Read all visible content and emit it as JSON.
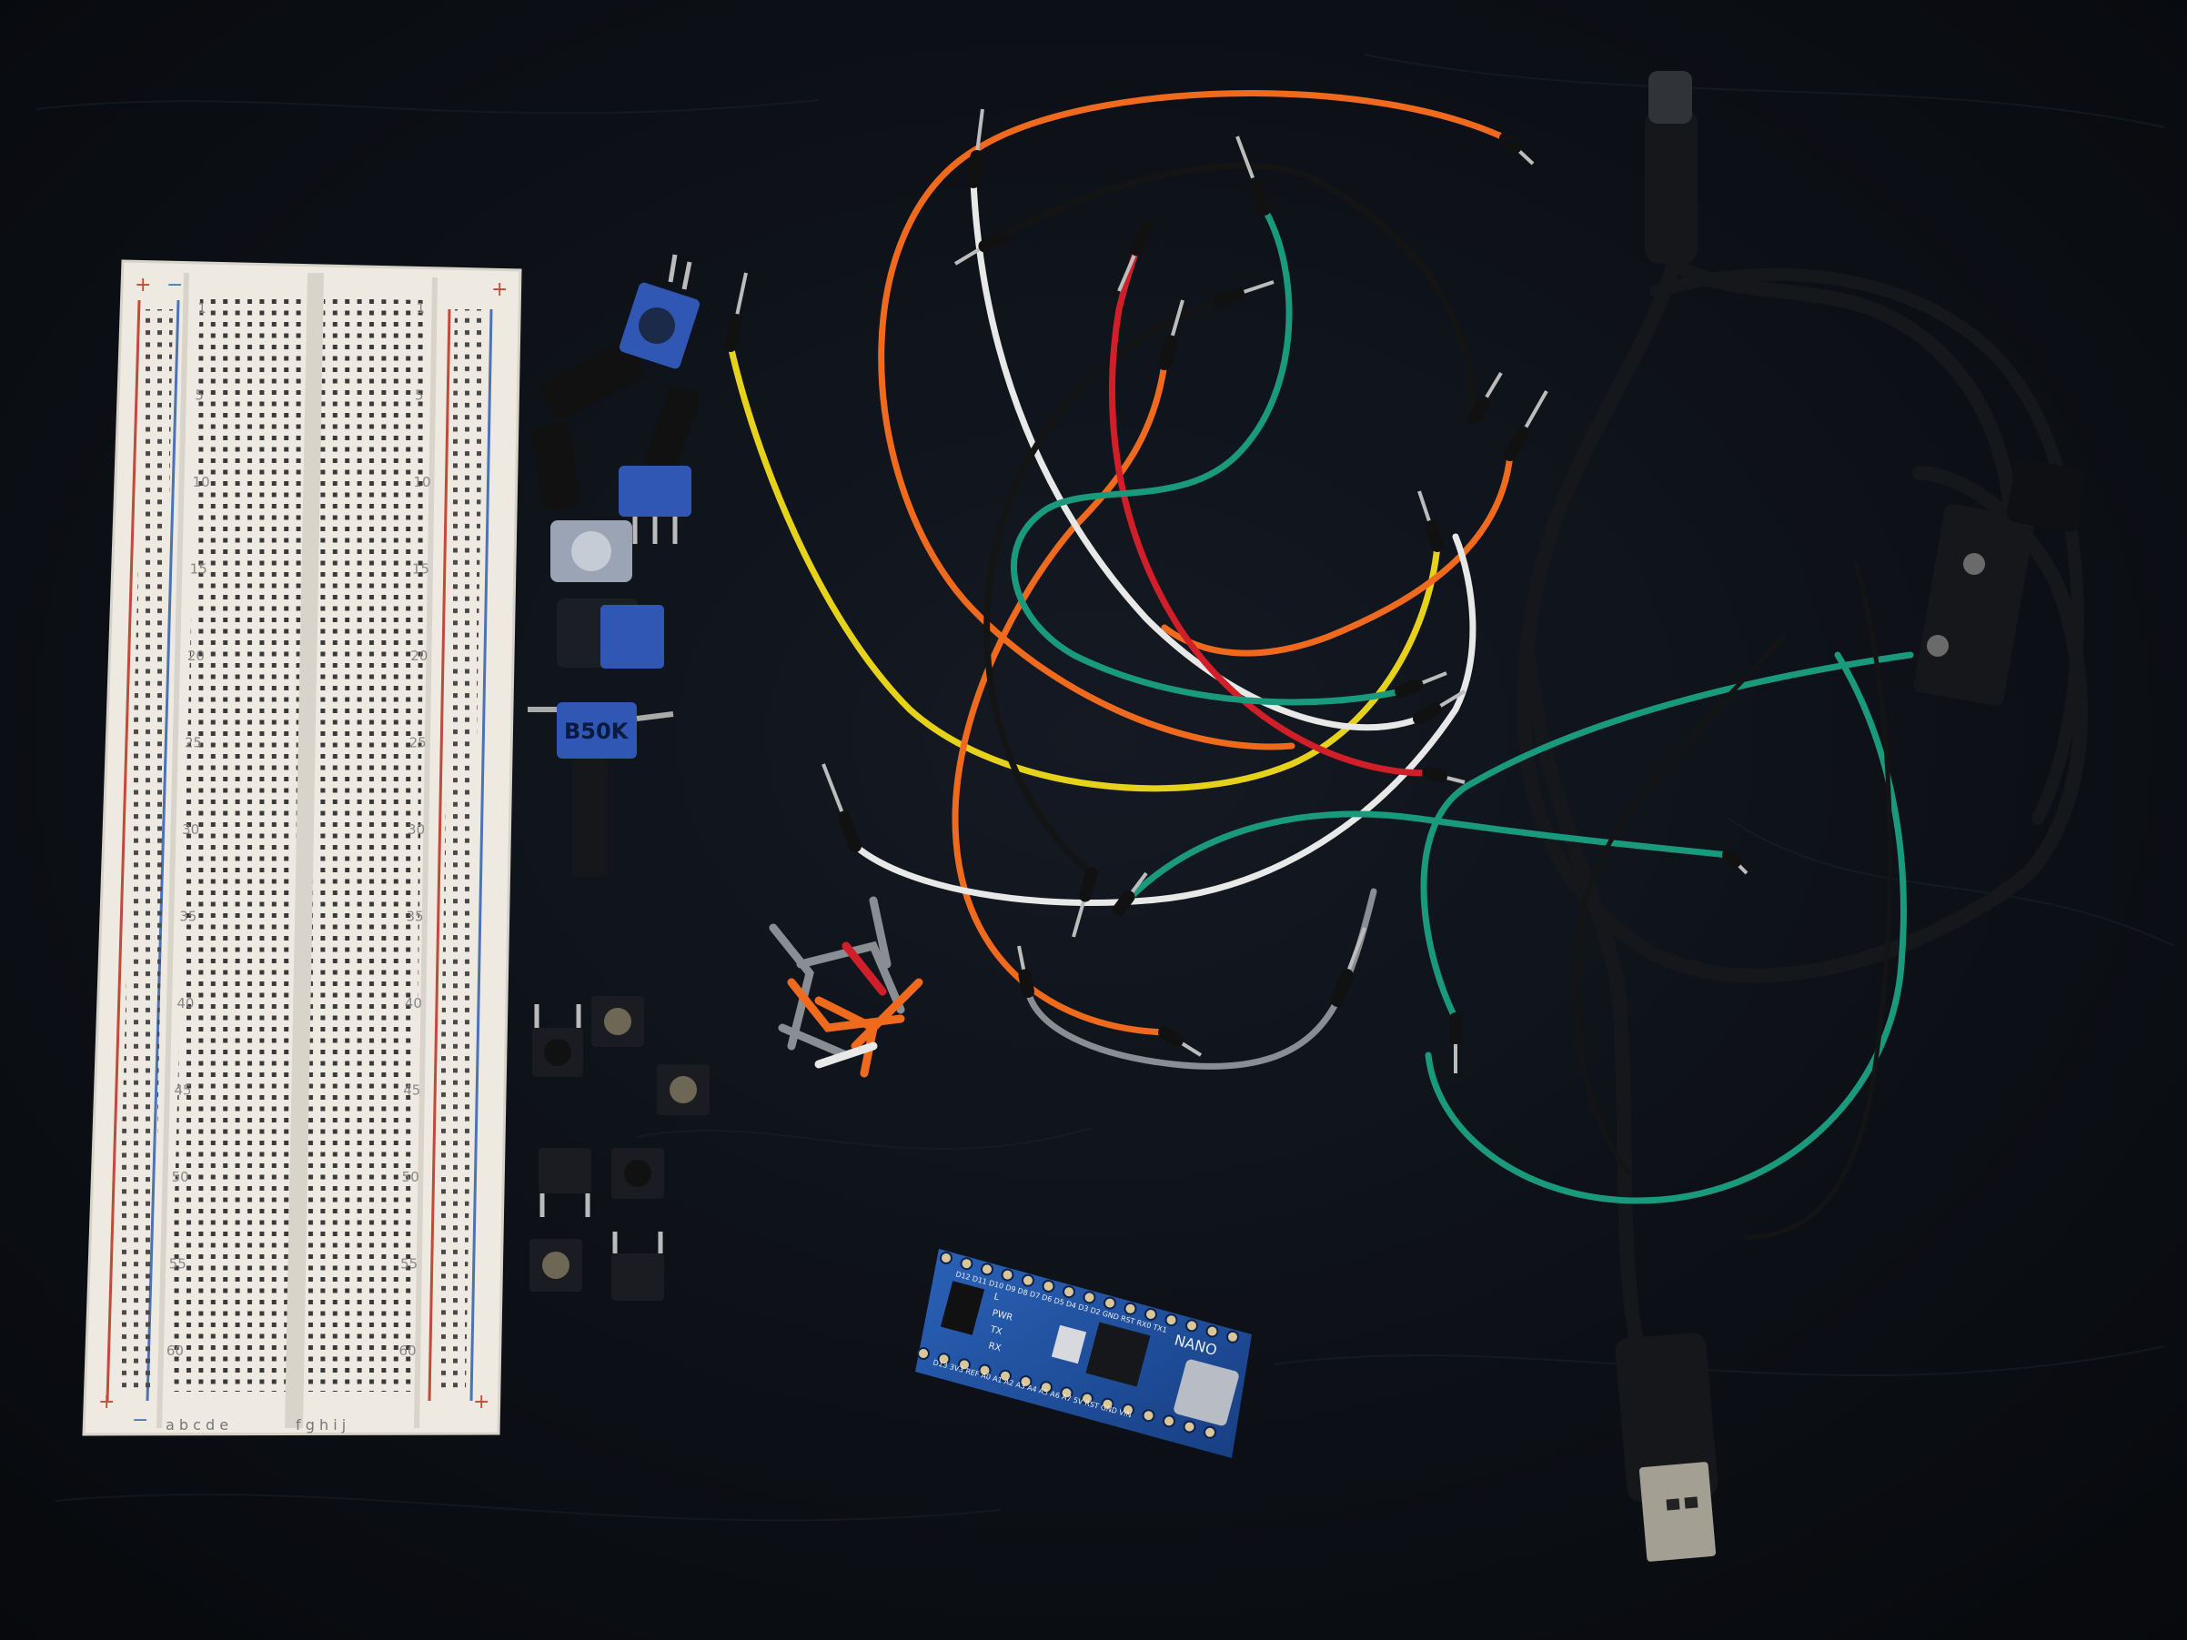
{
  "scene": {
    "background_color": "#0b0e13",
    "breadboard": {
      "column_letters_left": "a b c d e",
      "column_letters_right": "f g h i j",
      "row_numbers": [
        "1",
        "5",
        "10",
        "15",
        "20",
        "25",
        "30",
        "35",
        "40",
        "45",
        "50",
        "55",
        "60"
      ],
      "rail_plus": "+",
      "rail_minus": "−"
    },
    "potentiometer_marking": "B50K",
    "board_silkscreen": {
      "name": "NANO",
      "top_pins": "D12 D11 D10 D9 D8 D7 D6 D5 D4 D3 D2 GND RST RX0 TX1",
      "bottom_pins": "D13 3V3 REF A0 A1 A2 A3 A4 A5 A6 A7 5V RST GND VIN",
      "leds": [
        "L",
        "PWR",
        "TX",
        "RX"
      ]
    },
    "colors": {
      "board_white": "#eeeae2",
      "rail_red": "#c24a3a",
      "rail_blue": "#4a73b8",
      "pot_blue": "#2f57b3",
      "pcb_blue": "#1f4f9c",
      "usb_black": "#15171b",
      "wire_orange": "#f06a1e",
      "wire_white": "#e8e8e8",
      "wire_black": "#141414",
      "wire_green": "#1a9a7c",
      "wire_red": "#d11f2a",
      "wire_yellow": "#e6d21a",
      "wire_gray": "#8a8d93"
    }
  }
}
